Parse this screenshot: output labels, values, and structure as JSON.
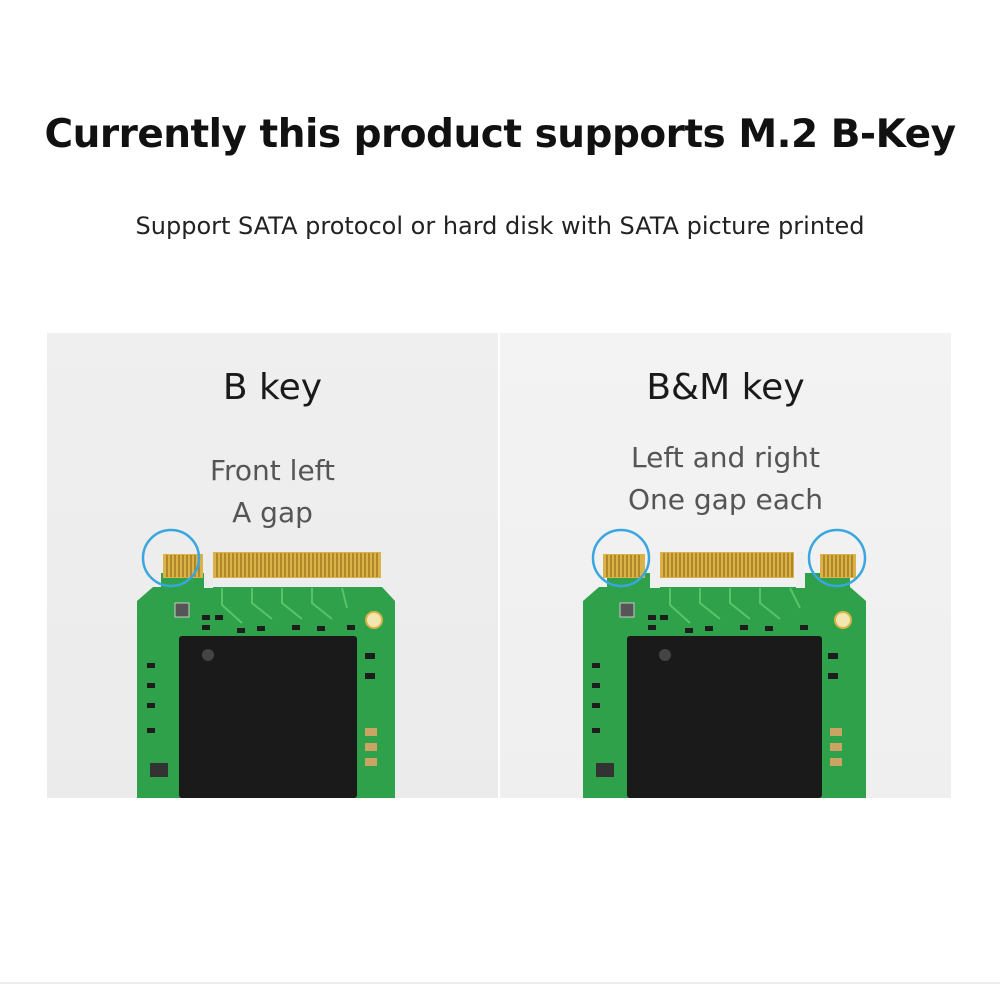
{
  "header": {
    "title": "Currently this product supports M.2 B-Key",
    "subtitle": "Support SATA protocol or hard disk with SATA picture printed"
  },
  "panels": [
    {
      "title": "B key",
      "desc_line1": "Front left",
      "desc_line2": "A gap"
    },
    {
      "title": "B&M key",
      "desc_line1": "Left and right",
      "desc_line2": "One gap each"
    }
  ],
  "colors": {
    "pcb": "#2fa14a",
    "gold": "#d9b24a",
    "chip": "#1a1a1a",
    "highlight_ring": "#3aa6e0"
  }
}
